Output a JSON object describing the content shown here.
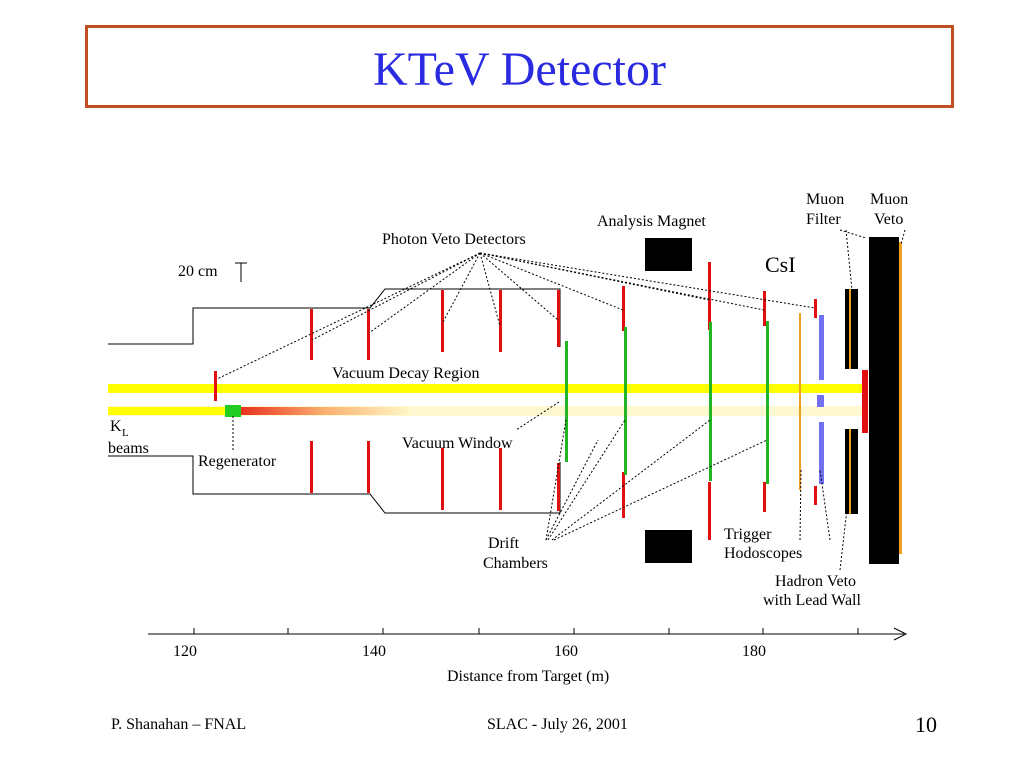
{
  "title": "KTeV Detector",
  "labels": {
    "photon_veto": "Photon Veto Detectors",
    "analysis_magnet": "Analysis Magnet",
    "muon_filter_1": "Muon",
    "muon_filter_2": "Filter",
    "muon_veto_1": "Muon",
    "muon_veto_2": "Veto",
    "csi": "CsI",
    "scale": "20 cm",
    "vacuum_decay": "Vacuum Decay Region",
    "kl": "K",
    "kl_sub": "L",
    "beams": "beams",
    "regenerator": "Regenerator",
    "vacuum_window": "Vacuum Window",
    "drift_1": "Drift",
    "drift_2": "Chambers",
    "trigger_1": "Trigger",
    "trigger_2": "Hodoscopes",
    "hadron_1": "Hadron Veto",
    "hadron_2": "with Lead Wall"
  },
  "axis": {
    "label": "Distance from Target (m)",
    "ticks": [
      "120",
      "140",
      "160",
      "180"
    ]
  },
  "footer": {
    "left": "P. Shanahan – FNAL",
    "center": "SLAC  -  July 26, 2001",
    "page": "10"
  },
  "colors": {
    "title": "#2a2ae0",
    "border": "#c0501f",
    "veto": "#e01010",
    "chamber": "#22b422",
    "beam": "#ffff00",
    "csi": "#7070f0"
  }
}
